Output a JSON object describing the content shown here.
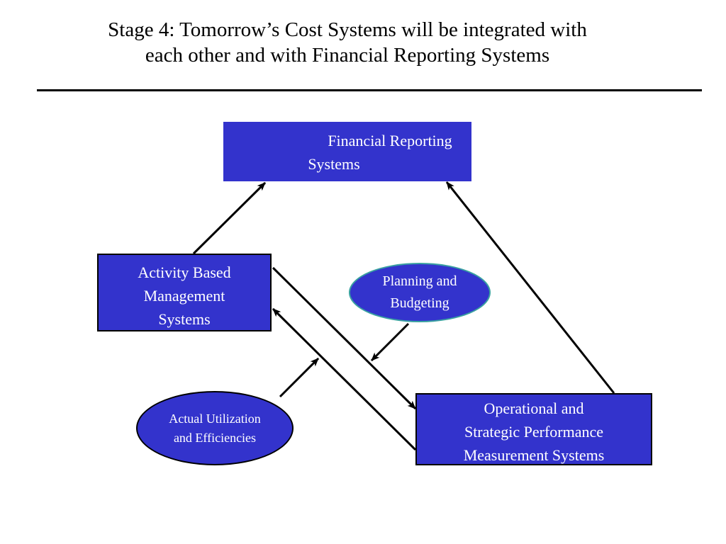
{
  "title": {
    "line1": "Stage 4:  Tomorrow’s Cost Systems will be integrated with",
    "line2": "each other and with Financial Reporting Systems"
  },
  "nodes": {
    "financial_reporting": {
      "line1": "Financial Reporting",
      "line2": "Systems"
    },
    "activity_based": {
      "line1": "Activity Based",
      "line2": "Management",
      "line3": "Systems"
    },
    "planning": {
      "line1": "Planning and",
      "line2": "Budgeting"
    },
    "actual": {
      "line1": "Actual Utilization",
      "line2": "and Efficiencies"
    },
    "operational": {
      "line1": "Operational and",
      "line2": "Strategic Performance",
      "line3": "Measurement Systems"
    }
  },
  "colors": {
    "box_fill": "#3333cc",
    "planning_border": "#3aa1a1",
    "text_light": "#ffffff",
    "line": "#000000"
  },
  "connections": [
    {
      "from": "activity_based",
      "to": "financial_reporting"
    },
    {
      "from": "operational",
      "to": "financial_reporting"
    },
    {
      "from": "activity_based",
      "to": "operational"
    },
    {
      "from": "operational",
      "to": "activity_based"
    },
    {
      "from": "planning",
      "to": "activity_based-operational link"
    },
    {
      "from": "actual",
      "to": "operational-activity_based link"
    }
  ]
}
